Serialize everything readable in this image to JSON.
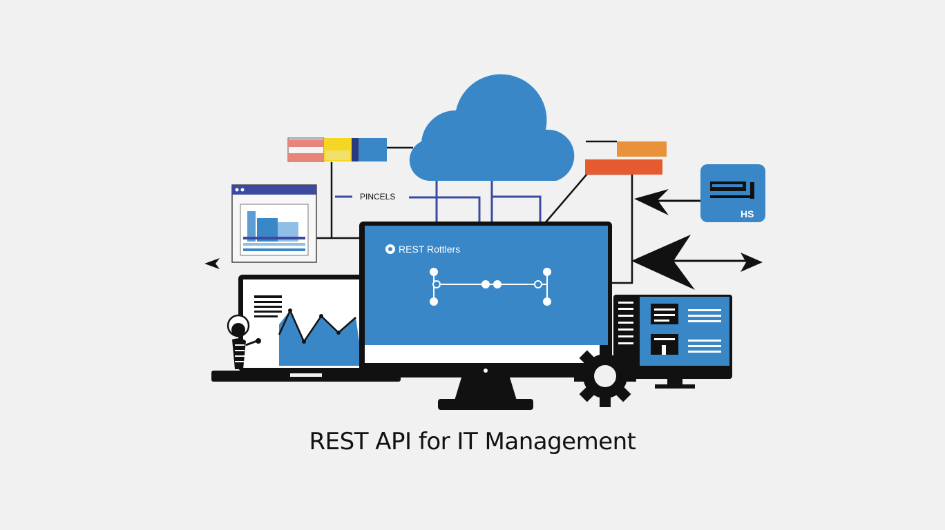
{
  "title": "REST API for IT Management",
  "labels": {
    "pincels": "PINCELS",
    "main_screen": "REST Rottlers",
    "panel_badge": "HS"
  },
  "colors": {
    "background": "#f1f1f1",
    "primary_blue": "#3a87c8",
    "dark": "#111111",
    "salmon": "#e8857a",
    "yellow": "#f5d622",
    "orange": "#e8923c",
    "red_orange": "#e55a2e",
    "navy_line": "#3b4aa0"
  },
  "icons": [
    "cloud-icon",
    "gear-icon",
    "user-icon",
    "window-icon",
    "arrow-icon"
  ]
}
